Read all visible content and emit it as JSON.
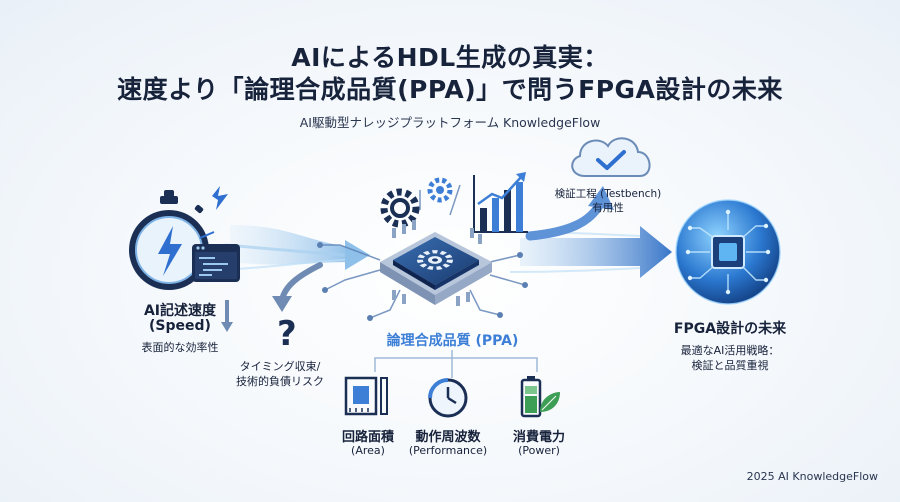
{
  "header": {
    "title_line1": "AIによるHDL生成の真実：",
    "title_line2": "速度より「論理合成品質(PPA)」で問うFPGA設計の未来",
    "subtitle": "AI駆動型ナレッジプラットフォーム KnowledgeFlow"
  },
  "left": {
    "label": "AI記述速度",
    "label_en": "(Speed)",
    "desc": "表面的な効率性",
    "risk_line1": "タイミング収束/",
    "risk_line2": "技術的負債リスク"
  },
  "center": {
    "label": "論理合成品質 (PPA)",
    "items": [
      {
        "label": "回路面積",
        "label_en": "(Area)"
      },
      {
        "label": "動作周波数",
        "label_en": "(Performance)"
      },
      {
        "label": "消費電力",
        "label_en": "(Power)"
      }
    ]
  },
  "verify": {
    "line1": "検証工程 (Testbench)",
    "line2": "有用性"
  },
  "right": {
    "label": "FPGA設計の未来",
    "desc_line1": "最適なAI活用戦略：",
    "desc_line2": "検証と品質重視"
  },
  "footer": {
    "credit": "2025 AI KnowledgeFlow"
  },
  "colors": {
    "dark_navy": "#17223b",
    "accent_blue": "#3d7fd6",
    "light_blue": "#9cc7ee",
    "green": "#3d9e55"
  }
}
